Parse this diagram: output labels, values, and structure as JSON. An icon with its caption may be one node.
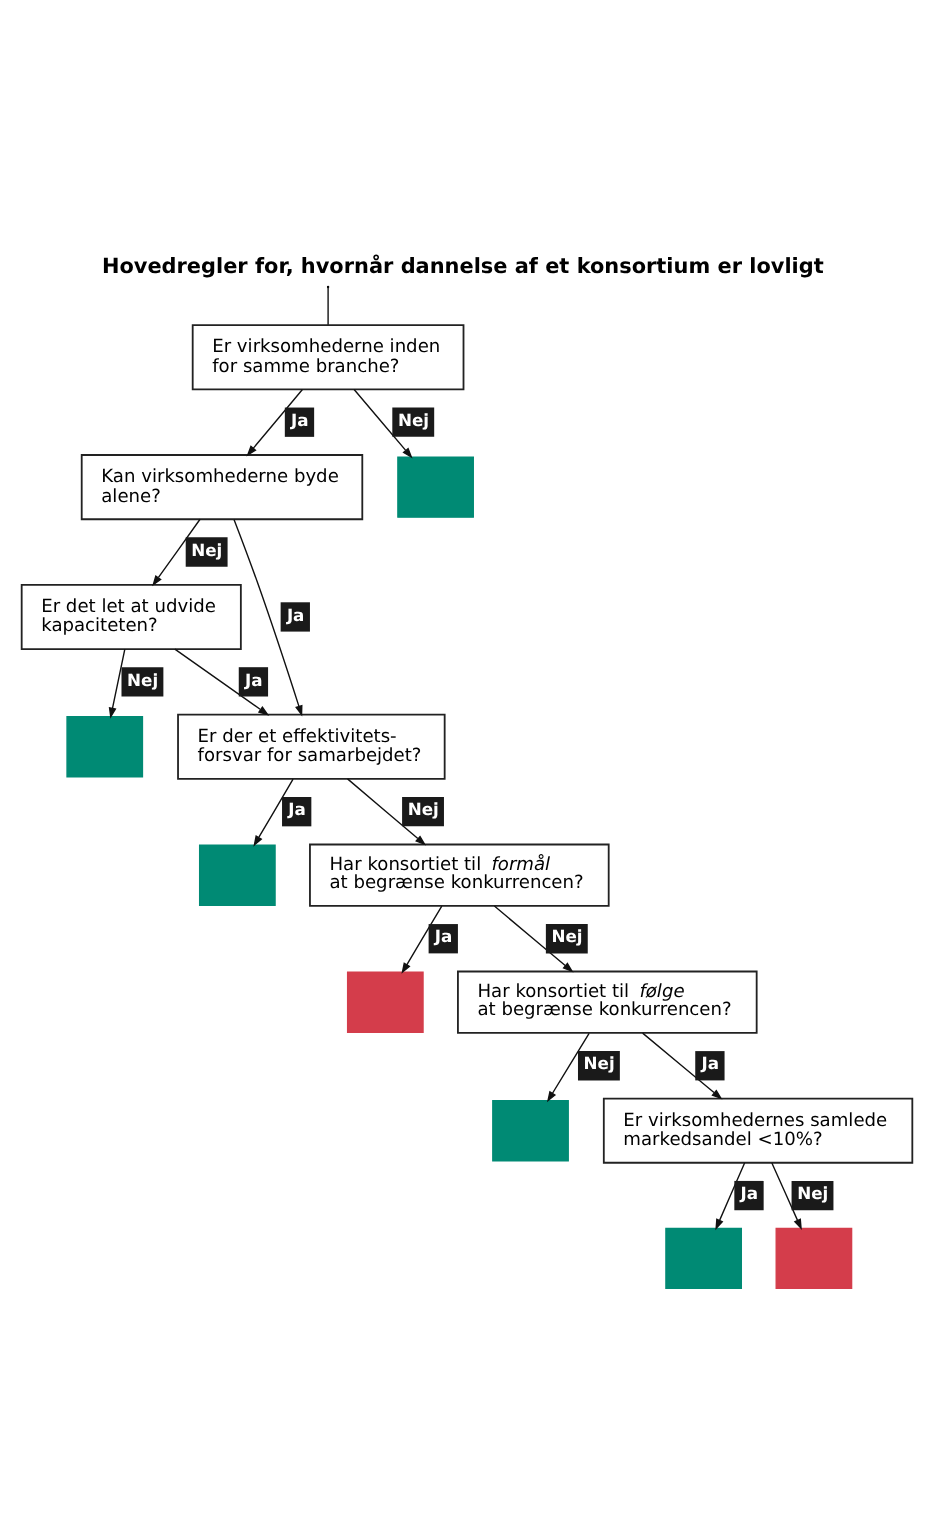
{
  "diagram": {
    "title": "Hovedregler for, hvornår dannelse af et konsortium er lovligt",
    "nodes": [
      {
        "text": [
          "Er virksomhederne inden for samme branche?"
        ]
      },
      {
        "text": [
          "Kan virksomhederne byde alene?"
        ]
      },
      {
        "text": [],
        "shape": "box"
      },
      {
        "text": [
          "Er det let at udvide kapaciteten?"
        ]
      },
      {
        "text": [],
        "shape": "box"
      },
      {
        "text": [
          "Er der et effektivitets- forsvar for samarbejdet?"
        ]
      },
      {
        "text": [],
        "shape": "box"
      },
      {
        "text": [],
        "shape": "box"
      },
      {
        "text": [
          "Har konsortiet til *formål* at begrænse konkurrencen?"
        ]
      },
      {
        "text": [
          "Har konsortiet til *følge* at begrænse konkurrencen?"
        ]
      },
      {
        "text": [],
        "shape": "box"
      },
      {
        "text": [
          "Er virksomhedernes samlede markedsandel <10%?"
        ]
      },
      {
        "text": [],
        "shape": "box"
      },
      {
        "text": [],
        "shape": "box"
      }
    ],
    "edges": [
      {
        "from": null,
        "to": 0,
        "arrow": "none"
      },
      {
        "from": 0,
        "to": 1,
        "arrow": "to",
        "label": "Ja"
      },
      {
        "from": 0,
        "to": 2,
        "arrow": "to",
        "label": "Nej"
      },
      {
        "from": 1,
        "to": 5,
        "arrow": "to",
        "label": "Ja"
      },
      {
        "from": 1,
        "to": 3,
        "arrow": "to",
        "label": "Nej"
      },
      {
        "from": 3,
        "to": 5,
        "arrow": "to",
        "label": "Ja"
      },
      {
        "from": 3,
        "to": 4,
        "arrow": "to",
        "label": "Nej"
      },
      {
        "from": 5,
        "to": 6,
        "arrow": "to",
        "label": "Ja"
      },
      {
        "from": 5,
        "to": 8,
        "arrow": "to",
        "label": "Nej"
      },
      {
        "from": 8,
        "to": 7,
        "arrow": "to",
        "label": "Ja"
      },
      {
        "from": 8,
        "to": 9,
        "arrow": "to",
        "label": "Nej"
      },
      {
        "from": 9,
        "to": 11,
        "arrow": "to",
        "label": "Ja"
      },
      {
        "from": 9,
        "to": 10,
        "arrow": "to",
        "label": "Nej"
      },
      {
        "from": 11,
        "to": 12,
        "arrow": "to",
        "label": "Ja"
      },
      {
        "from": 11,
        "to": 13,
        "arrow": "to",
        "label": "Nej"
      }
    ]
  }
}
